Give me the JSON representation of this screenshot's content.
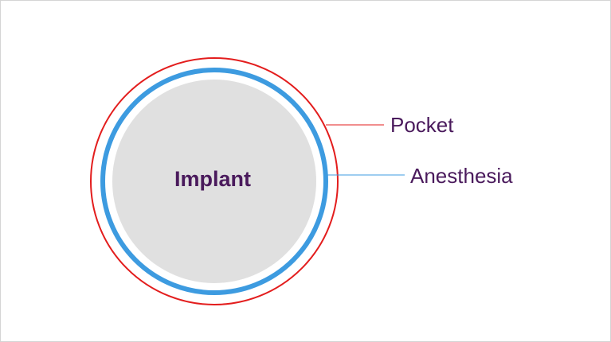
{
  "diagram": {
    "center_label": "Implant",
    "labels": {
      "pocket": "Pocket",
      "anesthesia": "Anesthesia"
    },
    "colors": {
      "implant_fill": "#e0e0e0",
      "anesthesia_ring": "#3d9be0",
      "pocket_ring": "#e31d1d",
      "label_text": "#4a1a5c",
      "frame_border": "#d4d4d4"
    }
  }
}
